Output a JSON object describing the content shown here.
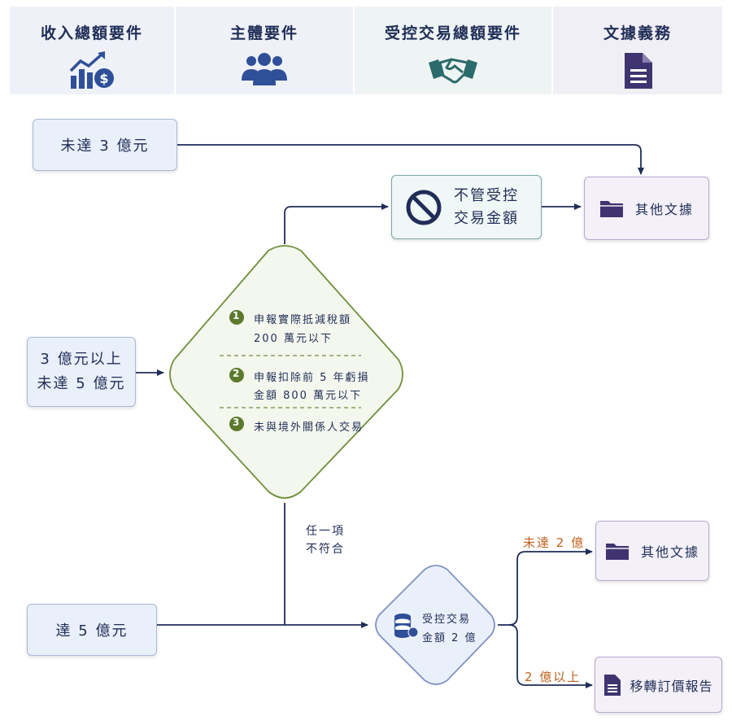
{
  "header": {
    "tabs": [
      {
        "label": "收入總額要件",
        "icon": "revenue-chart-icon"
      },
      {
        "label": "主體要件",
        "icon": "people-group-icon"
      },
      {
        "label": "受控交易總額要件",
        "icon": "handshake-icon"
      },
      {
        "label": "文據義務",
        "icon": "document-icon"
      }
    ],
    "colors": {
      "tab1": "#eef2f8",
      "tab2": "#eef2f8",
      "tab3": "#eef3f3",
      "tab4": "#f1eff6"
    }
  },
  "nodes": {
    "under3": "未達 3 億元",
    "mid_line1": "3 億元以上",
    "mid_line2": "未達 5 億元",
    "over5": "達 5 億元",
    "ignore_line1": "不管受控",
    "ignore_line2": "交易金額",
    "other_docs_top": "其他文據",
    "other_docs_bottom": "其他文據",
    "transfer_report": "移轉訂價報告"
  },
  "conditions": {
    "items": [
      {
        "num": "1",
        "line1": "申報實際抵減稅額",
        "line2": "200 萬元以下"
      },
      {
        "num": "2",
        "line1": "申報扣除前 5 年虧損",
        "line2": "金額 800 萬元以下"
      },
      {
        "num": "3",
        "line1": "未與境外關係人交易",
        "line2": ""
      }
    ]
  },
  "labels": {
    "any_fail_1": "任一項",
    "any_fail_2": "不符合",
    "under2": "未達 2 億",
    "over2": "2 億以上"
  },
  "decision2": {
    "line1": "受控交易",
    "line2": "金額 2 億"
  },
  "colors": {
    "navy": "#1f2d57",
    "green": "#5b7a2e",
    "orange": "#c0611d",
    "purple": "#3f3470"
  }
}
